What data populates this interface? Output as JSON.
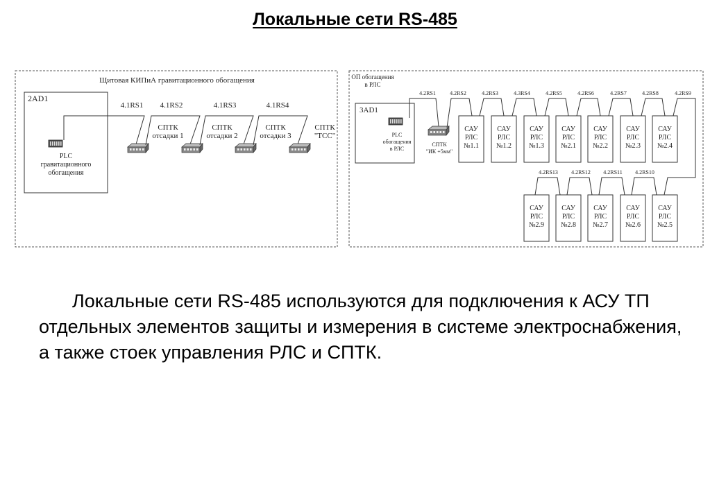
{
  "title": "Локальные сети RS-485",
  "left_panel": {
    "header": "Щитовая КИПиА гравитационного обогащения",
    "cabinet_id": "2AD1",
    "plc_lines": [
      "PLC",
      "гравитационного",
      "обогащения"
    ],
    "links": [
      "4.1RS1",
      "4.1RS2",
      "4.1RS3",
      "4.1RS4"
    ],
    "devices": [
      {
        "lines": [
          "СПТК",
          "отсадки 1"
        ]
      },
      {
        "lines": [
          "СПТК",
          "отсадки 2"
        ]
      },
      {
        "lines": [
          "СПТК",
          "отсадки 3"
        ]
      },
      {
        "lines": [
          "СПТК",
          "\"ТСС\""
        ]
      }
    ]
  },
  "right_panel": {
    "header_lines": [
      "ОП обогащения",
      "в РЛС"
    ],
    "cabinet_id": "3AD1",
    "plc_lines": [
      "PLC",
      "обогащения",
      "в РЛС"
    ],
    "sptk_lines": [
      "СПТК",
      "\"ИК +5мм\""
    ],
    "row1_links": [
      "4.2RS1",
      "4.2RS2",
      "4.2RS3",
      "4.3RS4",
      "4.2RS5",
      "4.2RS6",
      "4.2RS7",
      "4.2RS8",
      "4.2RS9"
    ],
    "row1_boxes": [
      [
        "САУ",
        "РЛС",
        "№1.1"
      ],
      [
        "САУ",
        "РЛС",
        "№1.2"
      ],
      [
        "САУ",
        "РЛС",
        "№1.3"
      ],
      [
        "САУ",
        "РЛС",
        "№2.1"
      ],
      [
        "САУ",
        "РЛС",
        "№2.2"
      ],
      [
        "САУ",
        "РЛС",
        "№2.3"
      ],
      [
        "САУ",
        "РЛС",
        "№2.4"
      ]
    ],
    "row2_links": [
      "4.2RS13",
      "4.2RS12",
      "4.2RS11",
      "4.2RS10"
    ],
    "row2_boxes": [
      [
        "САУ",
        "РЛС",
        "№2.9"
      ],
      [
        "САУ",
        "РЛС",
        "№2.8"
      ],
      [
        "САУ",
        "РЛС",
        "№2.7"
      ],
      [
        "САУ",
        "РЛС",
        "№2.6"
      ],
      [
        "САУ",
        "РЛС",
        "№2.5"
      ]
    ]
  },
  "body_text": "Локальные сети RS-485 используются для подключения к АСУ ТП отдельных элементов защиты и измерения в системе электроснабжения, а также стоек управления РЛС и СПТК."
}
